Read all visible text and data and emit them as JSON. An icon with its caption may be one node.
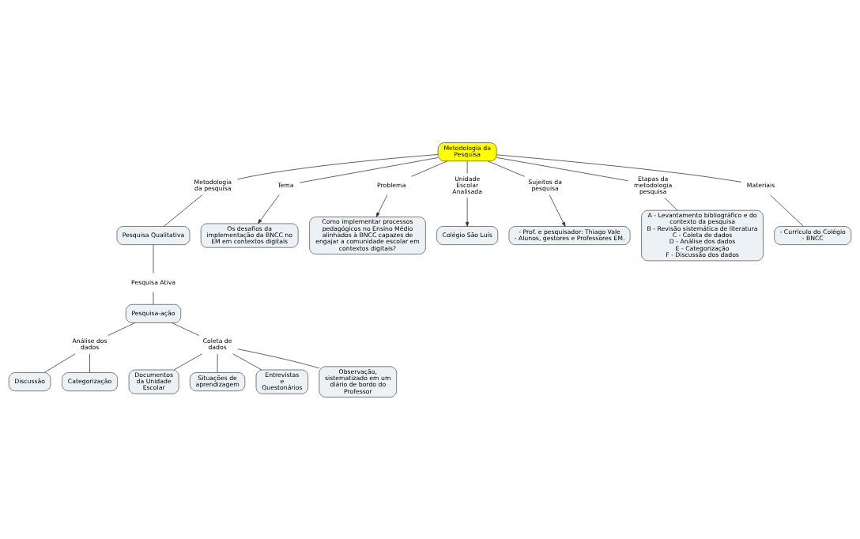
{
  "diagram": {
    "nodes": [
      {
        "text": [
          "Os desafios da implementação da BNCC no EM em contextos digitais"
        ]
      },
      {
        "text": [
          "Como implementar processos pedagógicos no Ensino Médio alinhados à BNCC capazes de engajar a comunidade escolar em contextos digitais?"
        ]
      },
      {
        "text": [
          "Metodologia da pesquisa"
        ]
      },
      {
        "text": [
          "Tema"
        ]
      },
      {
        "text": [
          "Problema"
        ]
      },
      {
        "text": [
          "Metodologia da Pesquisa"
        ]
      },
      {
        "text": [
          "Pesquisa Qualitativa"
        ]
      },
      {
        "text": [
          "Unidade Escolar Analisada"
        ]
      },
      {
        "text": [
          "Colégio São Luís"
        ]
      },
      {
        "text": [
          "Sujeitos da pesquisa"
        ]
      },
      {
        "text": [
          "- Prof. e pesquisador: Thiago Vale",
          "- Alunos, gestores e Professores EM."
        ]
      },
      {
        "text": [
          "Pesquisa Ativa"
        ]
      },
      {
        "text": [
          "Etapas da metodologia pesquisa"
        ]
      },
      {
        "text": [
          "Materiais"
        ]
      },
      {
        "text": [
          "Pesquisa-ação"
        ]
      },
      {
        "text": [
          "- Currículo do Colégio",
          "- BNCC"
        ]
      },
      {
        "text": [
          "Análise dos dados"
        ]
      },
      {
        "text": [
          "Coleta de dados"
        ]
      },
      {
        "text": [
          "A - Levantamento bibliográfico e do contexto da pesquisa",
          "B - Revisão sistemática de literatura",
          "C - Coleta de dados",
          "D - Análise dos dados",
          "E - Categorização",
          "F - Discussão dos dados"
        ]
      },
      {
        "text": [
          "Documentos da Unidade Escolar"
        ]
      },
      {
        "text": [
          "Discussão"
        ]
      },
      {
        "text": [
          "Categorização"
        ]
      },
      {
        "text": [
          "Situações de aprendizagem"
        ]
      },
      {
        "text": [
          "Entrevistas e Questonários"
        ]
      },
      {
        "text": [
          "Observação, sistematizado em um diário de bordo do Professor"
        ]
      }
    ],
    "edges": [
      {
        "from": 5,
        "to": 3,
        "arrow": "none"
      },
      {
        "from": 3,
        "to": 0,
        "arrow": "to"
      },
      {
        "from": 5,
        "to": 4,
        "arrow": "none"
      },
      {
        "from": 4,
        "to": 1,
        "arrow": "to"
      },
      {
        "from": 5,
        "to": 2,
        "arrow": "none"
      },
      {
        "from": 2,
        "to": 6,
        "arrow": "none"
      },
      {
        "from": 5,
        "to": 7,
        "arrow": "none"
      },
      {
        "from": 7,
        "to": 8,
        "arrow": "to"
      },
      {
        "from": 5,
        "to": 9,
        "arrow": "none"
      },
      {
        "from": 9,
        "to": 10,
        "arrow": "to"
      },
      {
        "from": 5,
        "to": 13,
        "arrow": "none"
      },
      {
        "from": 13,
        "to": 15,
        "arrow": "none"
      },
      {
        "from": 5,
        "to": 12,
        "arrow": "none"
      },
      {
        "from": 12,
        "to": 18,
        "arrow": "none"
      },
      {
        "from": 6,
        "to": 11,
        "arrow": "none"
      },
      {
        "from": 11,
        "to": 14,
        "arrow": "none"
      },
      {
        "from": 14,
        "to": 16,
        "arrow": "none"
      },
      {
        "from": 14,
        "to": 17,
        "arrow": "none"
      },
      {
        "from": 16,
        "to": 20,
        "arrow": "none"
      },
      {
        "from": 16,
        "to": 21,
        "arrow": "none"
      },
      {
        "from": 17,
        "to": 23,
        "arrow": "none"
      },
      {
        "from": 17,
        "to": 24,
        "arrow": "none"
      },
      {
        "from": 17,
        "to": 22,
        "arrow": "none"
      },
      {
        "from": 17,
        "to": 19,
        "arrow": "none"
      }
    ]
  }
}
